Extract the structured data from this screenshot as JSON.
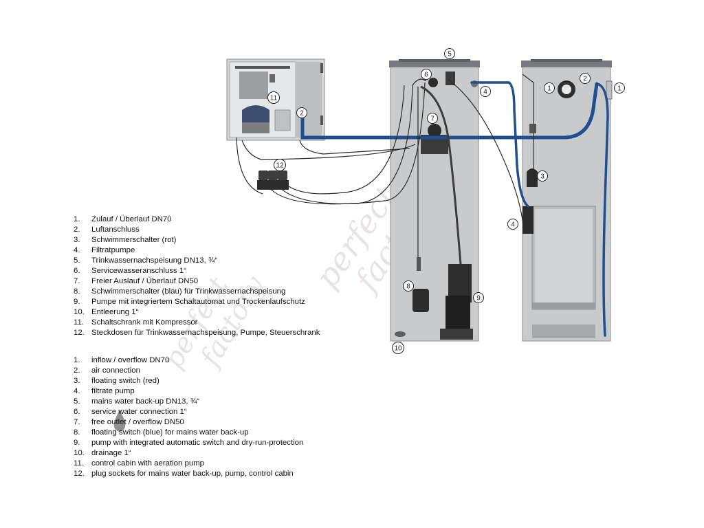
{
  "watermark": {
    "line1": "perfect",
    "line2": "factory"
  },
  "callouts": [
    "1",
    "1",
    "2",
    "2",
    "3",
    "4",
    "4",
    "5",
    "6",
    "7",
    "8",
    "9",
    "10",
    "11",
    "12"
  ],
  "legend_de": [
    {
      "num": "1.",
      "text": "Zulauf / Überlauf DN70"
    },
    {
      "num": "2.",
      "text": "Luftanschluss"
    },
    {
      "num": "3.",
      "text": "Schwimmerschalter (rot)"
    },
    {
      "num": "4.",
      "text": "Filtratpumpe"
    },
    {
      "num": "5.",
      "text": "Trinkwassernachspeisung DN13, ¾“"
    },
    {
      "num": "6.",
      "text": "Servicewasseranschluss 1“"
    },
    {
      "num": "7.",
      "text": "Freier Auslauf / Überlauf DN50"
    },
    {
      "num": "8.",
      "text": "Schwimmerschalter (blau) für Trinkwassernachspeisung"
    },
    {
      "num": "9.",
      "text": "Pumpe mit integriertem Schaltautomat und Trockenlaufschutz"
    },
    {
      "num": "10.",
      "text": "Entleerung 1“"
    },
    {
      "num": "11.",
      "text": "Schaltschrank mit Kompressor"
    },
    {
      "num": "12.",
      "text": "Steckdosen für Trinkwassernachspeisung, Pumpe, Steuerschrank"
    }
  ],
  "legend_en": [
    {
      "num": "1.",
      "text": "inflow / overflow DN70"
    },
    {
      "num": "2.",
      "text": "air connection"
    },
    {
      "num": "3.",
      "text": "floating switch (red)"
    },
    {
      "num": "4.",
      "text": "filtrate pump"
    },
    {
      "num": "5.",
      "text": "mains water back-up DN13, ¾“"
    },
    {
      "num": "6.",
      "text": "service water connection 1“"
    },
    {
      "num": "7.",
      "text": "free outlet / overflow DN50"
    },
    {
      "num": "8.",
      "text": "floating switch (blue) for mains water back-up"
    },
    {
      "num": "9.",
      "text": "pump with integrated automatic switch and dry-run-protection"
    },
    {
      "num": "10.",
      "text": "drainage 1“"
    },
    {
      "num": "11.",
      "text": "control cabin with aeration pump"
    },
    {
      "num": "12.",
      "text": "plug sockets for mains water back-up, pump, control cabin"
    }
  ],
  "colors": {
    "panel": "#c9cacc",
    "panel_edge": "#8d8f92",
    "hose_blue": "#1f4f8f",
    "cable": "#2a2a2a",
    "watermark": "#e9e2e2"
  }
}
